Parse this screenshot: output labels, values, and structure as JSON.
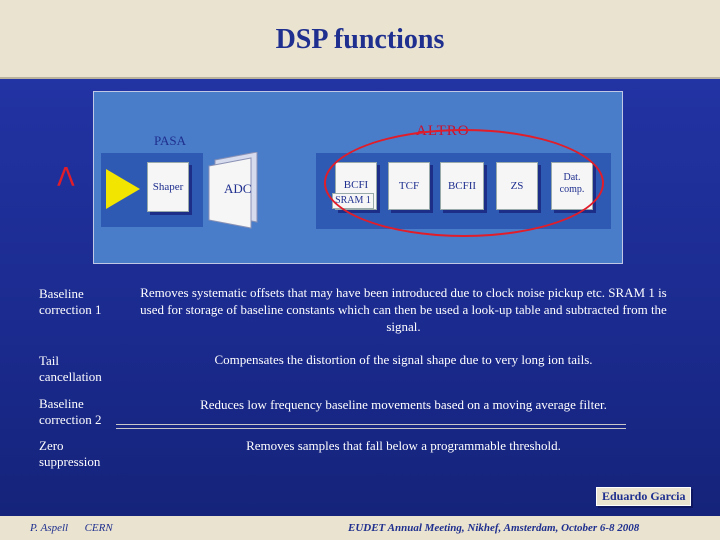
{
  "slide": {
    "title": "DSP functions",
    "diagram": {
      "pasa_label": "PASA",
      "altro_label": "ALTRO",
      "shaper": "Shaper",
      "adc": "ADC",
      "bcf1": "BCFI",
      "sram": "SRAM 1",
      "tcf": "TCF",
      "bcf2": "BCFII",
      "zs": "ZS",
      "data_comp": "Dat. comp.",
      "pulse_glyph": "Λ"
    },
    "functions": [
      {
        "name": "Baseline correction 1",
        "description": "Removes systematic offsets that may have been introduced due to clock noise pickup etc. SRAM 1 is used for storage of baseline constants which can then be used a look-up table and subtracted from the signal."
      },
      {
        "name": "Tail cancellation",
        "description": "Compensates the distortion of the signal shape due to very long ion tails."
      },
      {
        "name": "Baseline correction 2",
        "description": "Reduces low frequency baseline movements based on a moving average filter."
      },
      {
        "name": "Zero suppression",
        "description": "Removes samples that fall below a programmable threshold."
      }
    ],
    "author_badge": "Eduardo Garcia",
    "footer": {
      "left": "P. Aspell      CERN",
      "right": "EUDET Annual Meeting, Nikhef, Amsterdam, October 6-8 2008"
    }
  },
  "colors": {
    "background": "#1c2a8a",
    "title_band": "#e9e3cf",
    "title_text": "#1f2f8f",
    "highlight_ellipse": "#e11d2a",
    "amplifier": "#f2e600"
  }
}
